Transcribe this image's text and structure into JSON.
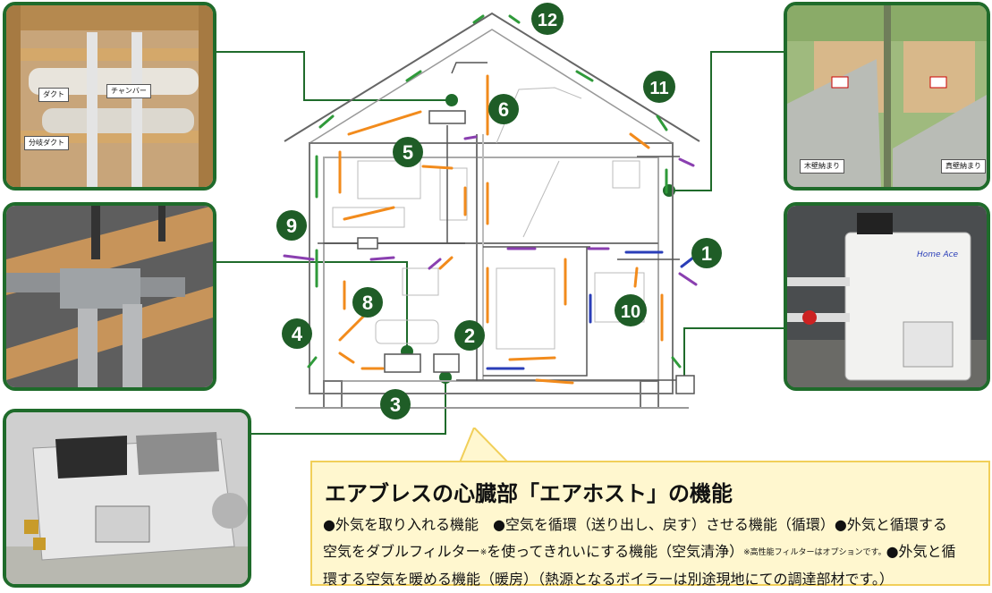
{
  "markers": [
    "1",
    "2",
    "3",
    "4",
    "5",
    "6",
    "8",
    "9",
    "10",
    "11",
    "12"
  ],
  "callout": {
    "title": "エアブレスの心臓部「エアホスト」の機能",
    "line1": "●外気を取り入れる機能　●空気を循環（送り出し、戻す）させる機能（循環）●外気と循環する",
    "line2a": "空気をダブルフィルター",
    "line2b": "※",
    "line2c": "を使ってきれいにする機能（空気清浄）",
    "line2note": "※高性能フィルターはオプションです。",
    "line2d": "●外気と循",
    "line3": "環する空気を暖める機能（暖房）（熱源となるボイラーは別途現地にての調達部材です。）"
  },
  "photo_labels": {
    "duct1": "ダクト",
    "duct2": "チャンバー",
    "duct3": "分岐ダクト",
    "wall1": "木壁納まり",
    "wall2": "真壁納まり",
    "boiler": "Home Ace"
  },
  "colors": {
    "frame_green": "#1f6b2b",
    "arrow_orange": "#f28b1c",
    "arrow_purple": "#8a3fb0",
    "arrow_blue": "#2a3eb8",
    "arrow_green": "#2f9a3a",
    "callout_bg": "#fff7cf",
    "callout_border": "#f1cf59"
  }
}
